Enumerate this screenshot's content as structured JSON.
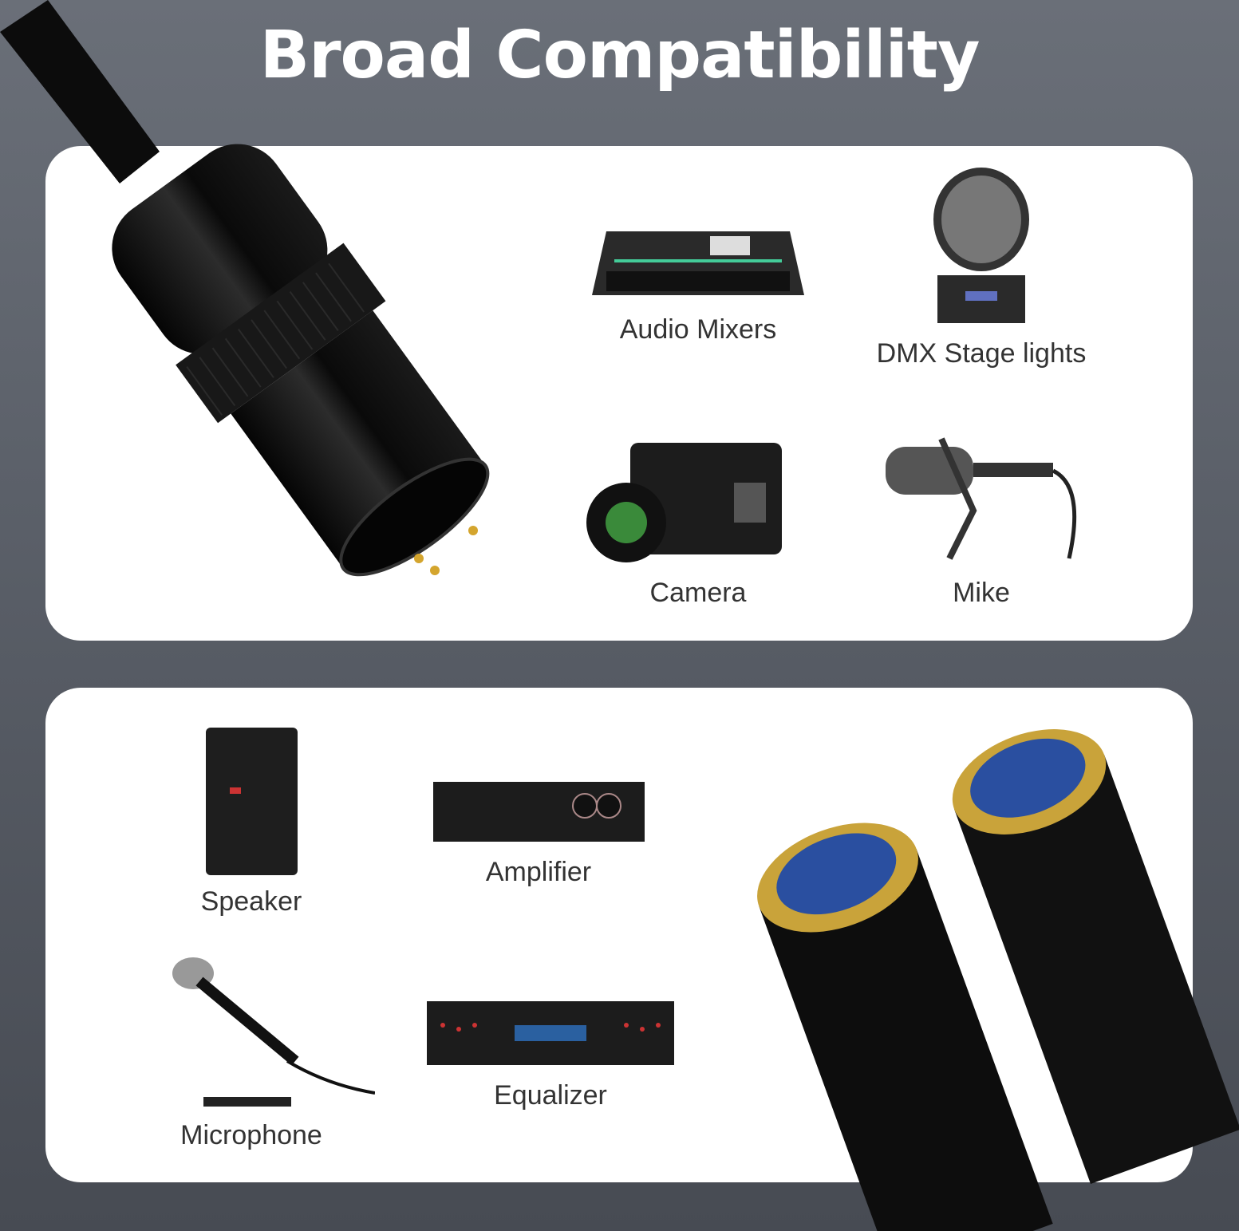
{
  "title": "Broad Compatibility",
  "colors": {
    "background_top": "#6a6f78",
    "background_bottom": "#474b53",
    "panel": "#ffffff",
    "label_text": "#333333",
    "connector_black": "#111111",
    "connector_gold": "#c9a33a",
    "connector_blue": "#2a4fa0"
  },
  "top_panel": {
    "devices": [
      {
        "label": "Audio Mixers",
        "icon": "audio-mixer-icon"
      },
      {
        "label": "DMX Stage lights",
        "icon": "stage-light-icon"
      },
      {
        "label": "Camera",
        "icon": "camera-icon"
      },
      {
        "label": "Mike",
        "icon": "studio-mic-icon"
      }
    ],
    "connector": "xlr-male-connector"
  },
  "bottom_panel": {
    "devices": [
      {
        "label": "Speaker",
        "icon": "speaker-icon"
      },
      {
        "label": "Amplifier",
        "icon": "amplifier-icon"
      },
      {
        "label": "Microphone",
        "icon": "microphone-icon"
      },
      {
        "label": "Equalizer",
        "icon": "equalizer-icon"
      }
    ],
    "connector": "xlr-female-connectors"
  }
}
